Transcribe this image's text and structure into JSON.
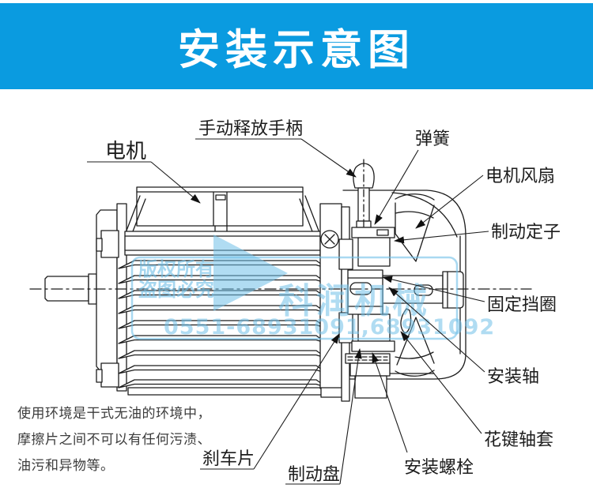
{
  "banner": {
    "title": "安装示意图"
  },
  "theme": {
    "banner_bg": "#0a9be0",
    "banner_text": "#ffffff",
    "line_color": "#1c1c1c",
    "watermark_color": "#70c0e8",
    "note_color": "#3c3c3c"
  },
  "diagram": {
    "labels": [
      {
        "id": "motor",
        "text": "电机"
      },
      {
        "id": "manual_release_handle",
        "text": "手动释放手柄"
      },
      {
        "id": "spring",
        "text": "弹簧"
      },
      {
        "id": "motor_fan",
        "text": "电机风扇"
      },
      {
        "id": "brake_stator",
        "text": "制动定子"
      },
      {
        "id": "fixed_retaining_ring",
        "text": "固定挡圈"
      },
      {
        "id": "mounting_shaft",
        "text": "安装轴"
      },
      {
        "id": "spline_shaft_sleeve",
        "text": "花键轴套"
      },
      {
        "id": "mounting_bolt",
        "text": "安装螺栓"
      },
      {
        "id": "brake_disc",
        "text": "制动盘"
      },
      {
        "id": "brake_pad",
        "text": "刹车片"
      }
    ]
  },
  "watermark": {
    "copyright_line1": "版权所有",
    "copyright_line2": "盗图必究",
    "brand": "科润机械",
    "phone": "0551-68931091,68931092"
  },
  "note": {
    "lines": [
      "使用环境是干式无油的环境中，",
      "摩擦片之间不可以有任何污渍、",
      "油污和异物等。"
    ]
  }
}
